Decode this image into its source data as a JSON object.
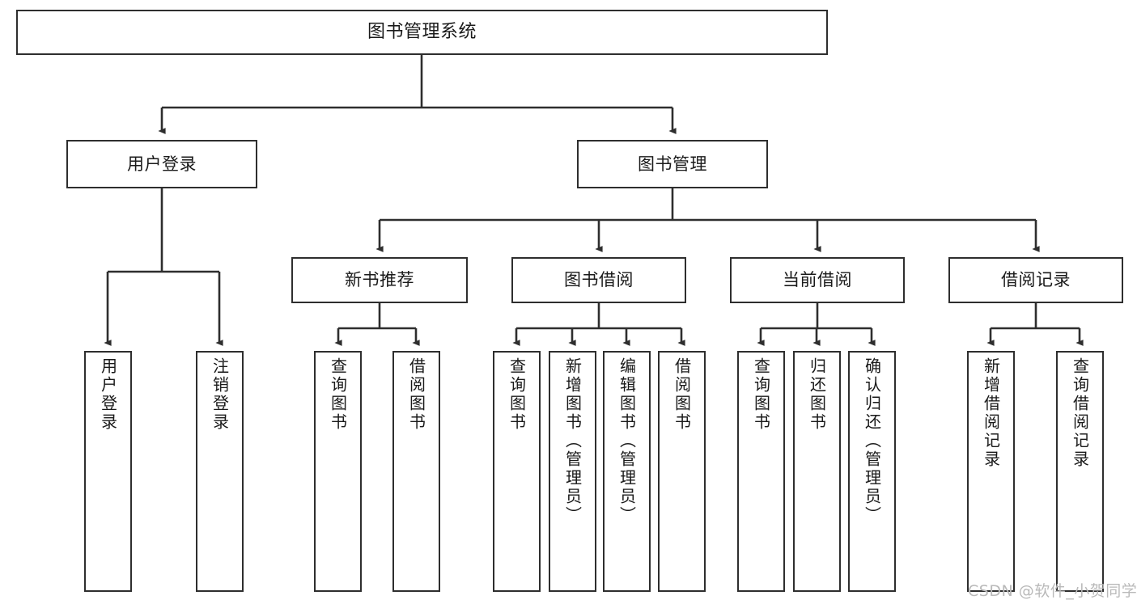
{
  "diagram": {
    "type": "tree-hierarchy-chart",
    "title": "图书管理系统",
    "watermark": "CSDN @软件_小贺同学",
    "colors": {
      "box_border": "#2e2e2e",
      "box_fill": "#ffffff",
      "connector": "#2e2e2e",
      "text": "#1a1a1a",
      "watermark": "#b9b9b9",
      "background": "#ffffff"
    },
    "root": {
      "label": "图书管理系统"
    },
    "level1": [
      {
        "label": "用户登录"
      },
      {
        "label": "图书管理"
      }
    ],
    "level2": [
      {
        "label": "新书推荐",
        "parent": "图书管理"
      },
      {
        "label": "图书借阅",
        "parent": "图书管理"
      },
      {
        "label": "当前借阅",
        "parent": "图书管理"
      },
      {
        "label": "借阅记录",
        "parent": "图书管理"
      }
    ],
    "leaves": [
      {
        "label": "用户登录",
        "parent": "用户登录"
      },
      {
        "label": "注销登录",
        "parent": "用户登录"
      },
      {
        "label": "查询图书",
        "parent": "新书推荐"
      },
      {
        "label": "借阅图书",
        "parent": "新书推荐"
      },
      {
        "label": "查询图书",
        "parent": "图书借阅"
      },
      {
        "label": "新增图书（管理员）",
        "parent": "图书借阅"
      },
      {
        "label": "编辑图书（管理员）",
        "parent": "图书借阅"
      },
      {
        "label": "借阅图书",
        "parent": "图书借阅"
      },
      {
        "label": "查询图书",
        "parent": "当前借阅"
      },
      {
        "label": "归还图书",
        "parent": "当前借阅"
      },
      {
        "label": "确认归还（管理员）",
        "parent": "当前借阅"
      },
      {
        "label": "新增借阅记录",
        "parent": "借阅记录"
      },
      {
        "label": "查询借阅记录",
        "parent": "借阅记录"
      }
    ]
  }
}
